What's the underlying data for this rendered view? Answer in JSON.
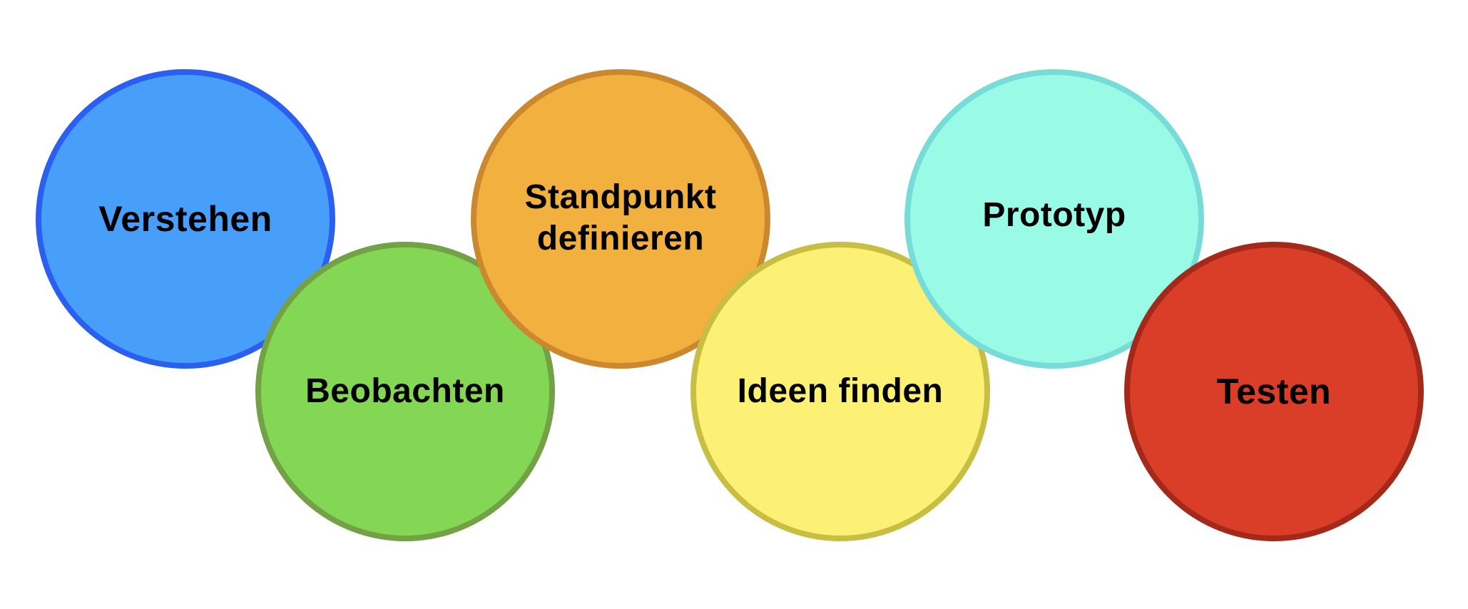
{
  "steps": [
    {
      "label": "Verstehen",
      "fill": "#489FF9",
      "stroke": "#2B5FEF"
    },
    {
      "label": "Beobachten",
      "fill": "#84D655",
      "stroke": "#73A146"
    },
    {
      "label": "Standpunkt\ndefinieren",
      "fill": "#F2B13F",
      "stroke": "#CC882F"
    },
    {
      "label": "Ideen finden",
      "fill": "#FCF174",
      "stroke": "#C8BE44"
    },
    {
      "label": "Prototyp",
      "fill": "#99FAE5",
      "stroke": "#77DCD8"
    },
    {
      "label": "Testen",
      "fill": "#DA3D28",
      "stroke": "#A32A1B"
    }
  ]
}
